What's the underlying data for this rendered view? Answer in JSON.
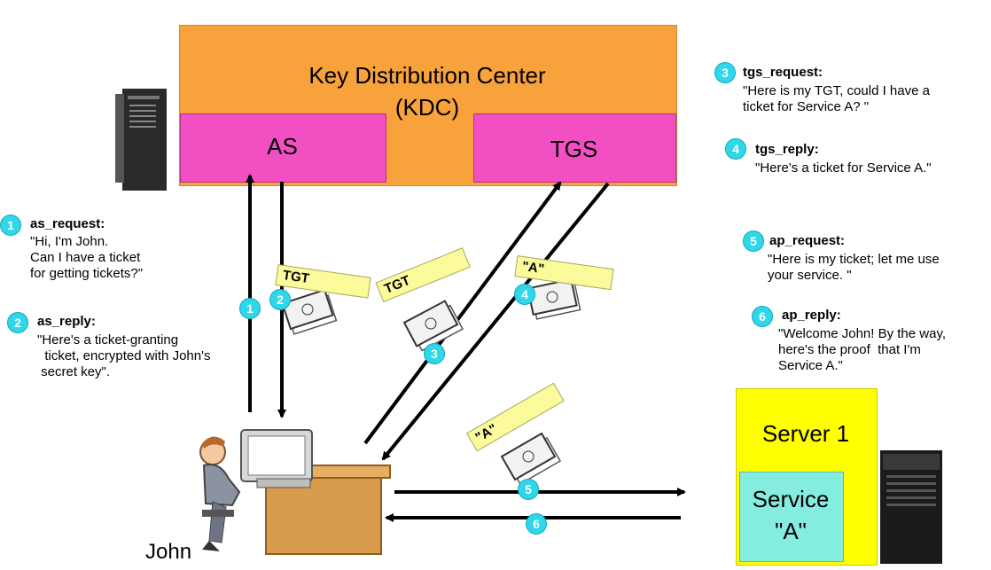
{
  "kdc": {
    "title": "Key Distribution Center",
    "subtitle": "(KDC)",
    "as": "AS",
    "tgs": "TGS"
  },
  "server": {
    "title": "Server 1",
    "service_line1": "Service",
    "service_line2": "\"A\""
  },
  "user": {
    "name": "John"
  },
  "ticket_labels": {
    "tgt": "TGT",
    "service_a": "\"A\""
  },
  "steps": [
    {
      "num": "1",
      "title": "as_request:",
      "text": "\"Hi, I'm John.\nCan I have a ticket\nfor getting tickets?\""
    },
    {
      "num": "2",
      "title": "as_reply:",
      "text": "\"Here's a ticket-granting\n  ticket, encrypted with John's\n secret key\"."
    },
    {
      "num": "3",
      "title": "tgs_request:",
      "text": "\"Here is my TGT, could I have a\nticket for Service A? \""
    },
    {
      "num": "4",
      "title": "tgs_reply:",
      "text": "\"Here's a ticket for Service A.\""
    },
    {
      "num": "5",
      "title": "ap_request:",
      "text": "\"Here is my ticket; let me use\nyour service. \""
    },
    {
      "num": "6",
      "title": "ap_reply:",
      "text": "\"Welcome John! By the way,\nhere's the proof  that I'm\nService A.\""
    }
  ],
  "colors": {
    "kdc": "#f8a23c",
    "sub": "#f24fc2",
    "server": "#ffff00",
    "service": "#85ece0",
    "badge": "#2fd7e8"
  }
}
